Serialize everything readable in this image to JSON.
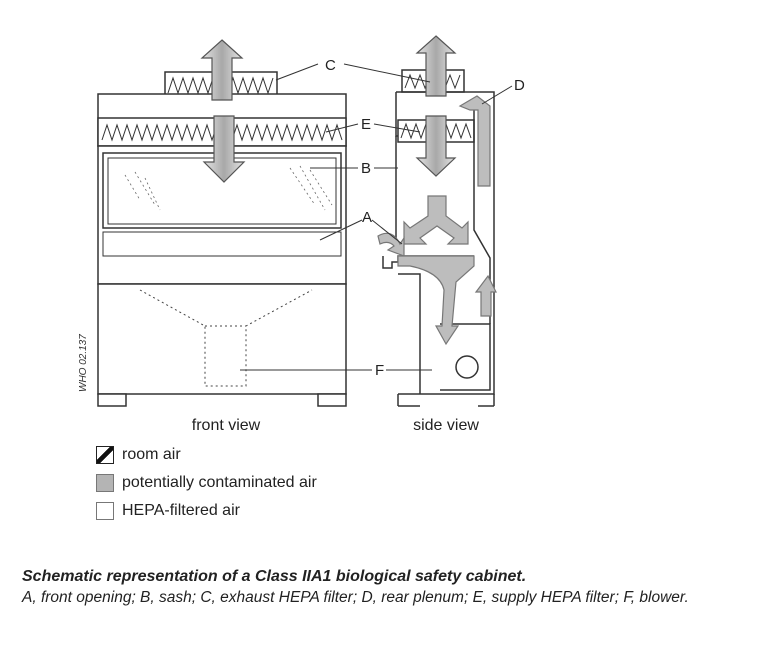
{
  "views": {
    "front": "front view",
    "side": "side view"
  },
  "labels": {
    "a": "A",
    "b": "B",
    "c": "C",
    "d": "D",
    "e": "E",
    "f": "F"
  },
  "figure_code": "WHO 02.137",
  "legend": [
    {
      "label": "room air",
      "icon": "room-air-swatch"
    },
    {
      "label": "potentially contaminated air",
      "icon": "contaminated-air-swatch"
    },
    {
      "label": "HEPA-filtered air",
      "icon": "hepa-air-swatch"
    }
  ],
  "caption": {
    "title": "Schematic representation of a Class IIA1 biological safety cabinet.",
    "body": "A, front opening; B, sash; C, exhaust HEPA filter; D, rear plenum; E, supply HEPA filter; F, blower."
  },
  "colors": {
    "line": "#333333",
    "arrow_fill": "#bdbdbd",
    "arrow_stroke": "#777777",
    "filter_dark": "#9a9a9a"
  }
}
